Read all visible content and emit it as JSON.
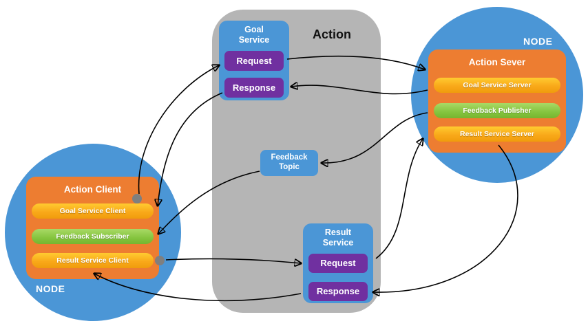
{
  "colors": {
    "background": "#ffffff",
    "node_blue": "#4b96d6",
    "action_gray": "#b5b5b5",
    "button_purple": "#7030a0",
    "box_orange": "#ed7d31",
    "pill_orange": "#f9a91a",
    "pill_green": "#84c43e",
    "dot_gray": "#7f7f7f",
    "arrow_black": "#000000"
  },
  "action_container": {
    "label": "Action"
  },
  "goal_service": {
    "title": "Goal Service",
    "request_label": "Request",
    "response_label": "Response"
  },
  "feedback_topic": {
    "title": "Feedback Topic"
  },
  "result_service": {
    "title": "Result Service",
    "request_label": "Request",
    "response_label": "Response"
  },
  "action_client": {
    "node_label": "NODE",
    "title": "Action Client",
    "items": [
      {
        "label": "Goal Service Client",
        "type": "service"
      },
      {
        "label": "Feedback Subscriber",
        "type": "topic"
      },
      {
        "label": "Result Service Client",
        "type": "service"
      }
    ]
  },
  "action_server": {
    "node_label": "NODE",
    "title": "Action Sever",
    "items": [
      {
        "label": "Goal Service Server",
        "type": "service"
      },
      {
        "label": "Feedback Publisher",
        "type": "topic"
      },
      {
        "label": "Result Service Server",
        "type": "service"
      }
    ]
  }
}
